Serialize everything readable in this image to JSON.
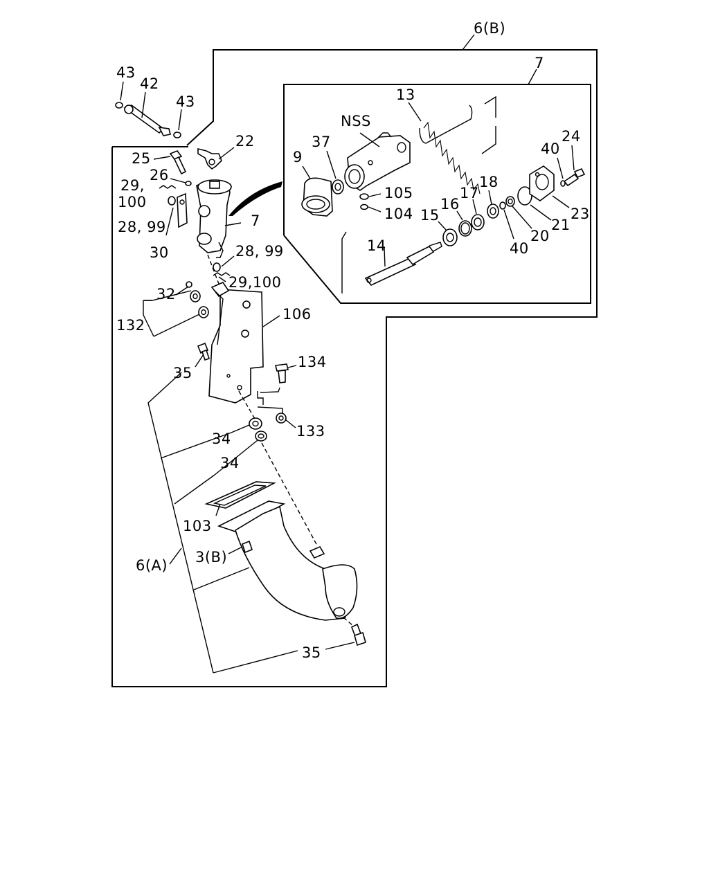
{
  "labels": {
    "l_6b": "6(B)",
    "l_7_top": "7",
    "l_13": "13",
    "l_nss": "NSS",
    "l_37": "37",
    "l_9": "9",
    "l_105": "105",
    "l_104": "104",
    "l_18": "18",
    "l_17": "17",
    "l_16": "16",
    "l_15": "15",
    "l_14": "14",
    "l_40a": "40",
    "l_24": "24",
    "l_23": "23",
    "l_21": "21",
    "l_20": "20",
    "l_40b": "40",
    "l_43a": "43",
    "l_42": "42",
    "l_43b": "43",
    "l_22": "22",
    "l_25": "25",
    "l_26": "26",
    "l_29_100a": "29,",
    "l_100a": "100",
    "l_28_99a": "28, 99",
    "l_7_mid": "7",
    "l_30": "30",
    "l_28_99b": "28, 99",
    "l_29_100b": "29,100",
    "l_32": "32",
    "l_132": "132",
    "l_106": "106",
    "l_134": "134",
    "l_35a": "35",
    "l_133": "133",
    "l_34a": "34",
    "l_34b": "34",
    "l_103": "103",
    "l_3b": "3(B)",
    "l_6a": "6(A)",
    "l_35b": "35"
  }
}
